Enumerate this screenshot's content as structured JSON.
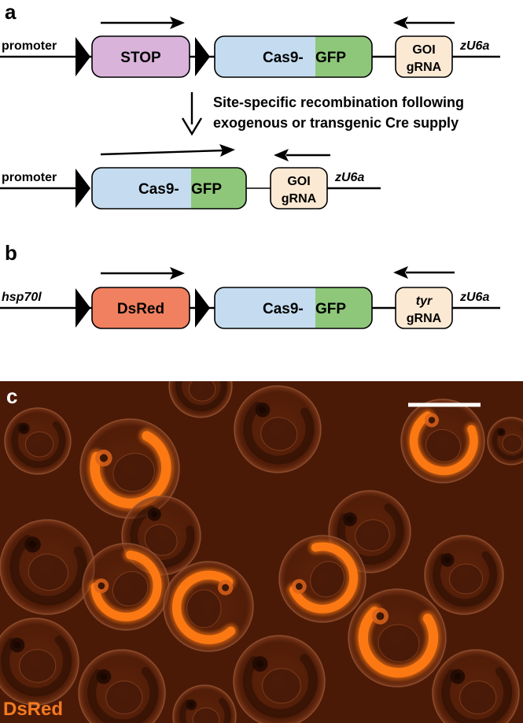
{
  "panel_a": {
    "letter": "a",
    "top_construct": {
      "promoter": "promoter",
      "stop": "STOP",
      "cas9": "Cas9-",
      "gfp": "GFP",
      "goi": "GOI",
      "grna": "gRNA",
      "u6": "zU6a"
    },
    "recombination_line1": "Site-specific recombination following",
    "recombination_line2": "exogenous or transgenic Cre supply",
    "bottom_construct": {
      "promoter": "promoter",
      "cas9": "Cas9-",
      "gfp": "GFP",
      "goi": "GOI",
      "grna": "gRNA",
      "u6": "zU6a"
    }
  },
  "panel_b": {
    "letter": "b",
    "promoter": "hsp70l",
    "dsred": "DsRed",
    "cas9": "Cas9-",
    "gfp": "GFP",
    "tyr": "tyr",
    "grna": "gRNA",
    "u6": "zU6a"
  },
  "panel_c": {
    "letter": "c",
    "channel_label": "DsRed"
  },
  "colors": {
    "stop_box": "#d9b3da",
    "cas9_box": "#c5dcf0",
    "gfp_box": "#8ec77a",
    "grna_box": "#fbe9d3",
    "dsred_box": "#f08060",
    "micro_bg": "#501c07",
    "fluor": "#ff7a14",
    "channel_label": "#f47a20"
  }
}
